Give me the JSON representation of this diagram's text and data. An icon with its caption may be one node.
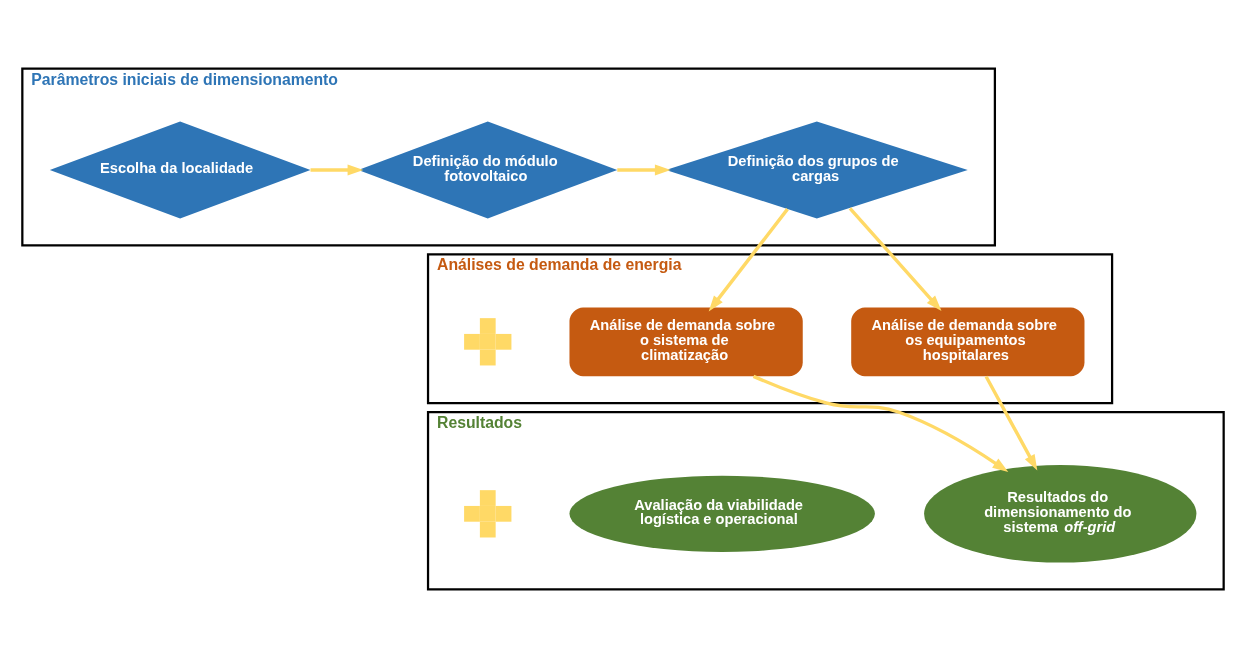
{
  "diagram": {
    "nodes": [
      {
        "text": [
          "Parâmetros iniciais de dimensionamento"
        ]
      },
      {
        "text": [
          "Escolha da localidade"
        ],
        "in": 0
      },
      {
        "text": [
          "Definição do módulo fotovoltaico"
        ],
        "in": 0
      },
      {
        "text": [
          "Definição dos grupos de cargas"
        ],
        "in": 0
      },
      {
        "text": [
          "Análises de demanda de energia"
        ]
      },
      {
        "text": [
          "Análise de demanda sobre os equipamentos hospitalares"
        ],
        "in": 4
      },
      {
        "text": [],
        "shape": "plus",
        "in": 4
      },
      {
        "text": [
          "Análise de demanda sobre o sistema de climatização"
        ],
        "in": 4
      },
      {
        "text": [
          "Resultados"
        ]
      },
      {
        "text": [
          "Resultados do dimensionamento do sistema *off-grid*"
        ],
        "in": 8
      },
      {
        "text": [],
        "shape": "plus",
        "in": 8
      },
      {
        "text": [
          "Avaliação da viabilidade logística e operacional"
        ],
        "in": 8
      }
    ],
    "edges": [
      {
        "from": 1,
        "to": 2,
        "arrow": "to"
      },
      {
        "from": 2,
        "to": 3,
        "arrow": "to"
      },
      {
        "from": 3,
        "to": 5,
        "arrow": "to"
      },
      {
        "from": 3,
        "to": 7,
        "arrow": "to"
      },
      {
        "from": 5,
        "to": 9,
        "arrow": "to"
      },
      {
        "from": 7,
        "to": 9,
        "arrow": "to"
      }
    ]
  }
}
